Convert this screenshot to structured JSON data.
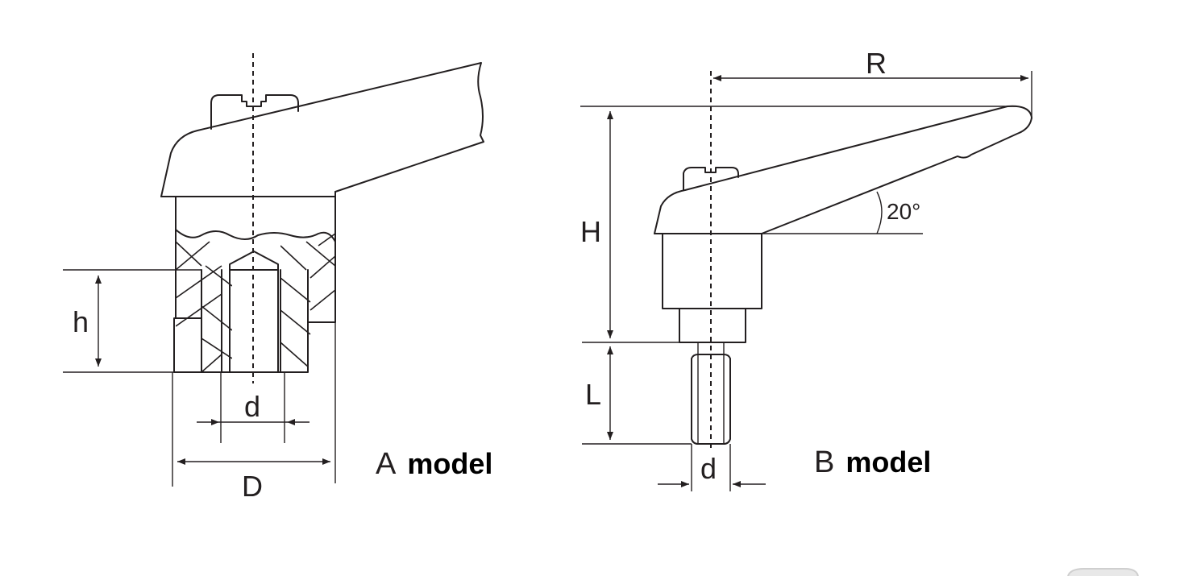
{
  "model_a": {
    "letter": "A",
    "word": "model",
    "dims": {
      "h": "h",
      "d": "d",
      "D": "D"
    }
  },
  "model_b": {
    "letter": "B",
    "word": "model",
    "dims": {
      "R": "R",
      "H": "H",
      "L": "L",
      "d": "d",
      "angle": "20°"
    }
  },
  "colors": {
    "line": "#231f20",
    "background": "#ffffff"
  }
}
